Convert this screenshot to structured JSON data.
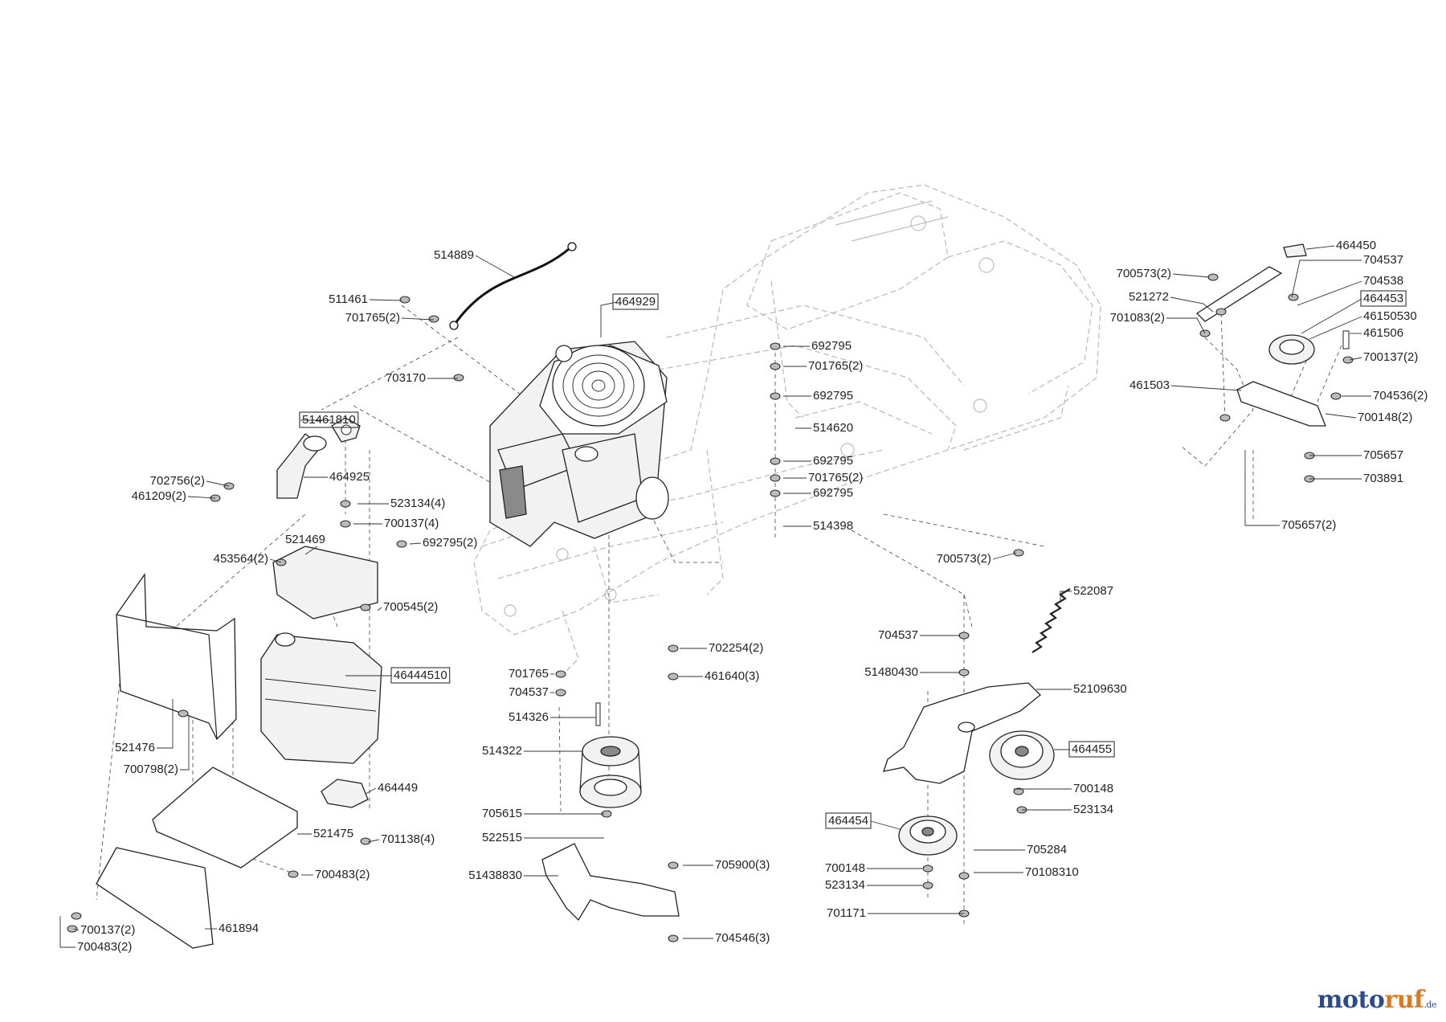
{
  "labels": [
    "514889",
    "511461",
    "701765(2)",
    "464929",
    "703170",
    "51461810",
    "702756(2)",
    "461209(2)",
    "464925",
    "523134(4)",
    "700137(4)",
    "521469",
    "692795(2)",
    "453564(2)",
    "700545(2)",
    "46444510",
    "521476",
    "700798(2)",
    "464449",
    "521475",
    "701138(4)",
    "700483(2)",
    "461894",
    "700137(2)",
    "700483(2)",
    "692795",
    "701765(2)",
    "692795",
    "514620",
    "692795",
    "701765(2)",
    "692795",
    "514398",
    "700573(2)",
    "702254(2)",
    "461640(3)",
    "701765",
    "704537",
    "514326",
    "514322",
    "705615",
    "522515",
    "51438830",
    "705900(3)",
    "704546(3)",
    "522087",
    "704537",
    "51480430",
    "52109630",
    "464455",
    "700148",
    "523134",
    "464454",
    "705284",
    "700148",
    "523134",
    "70108310",
    "701171",
    "464450",
    "704537",
    "700573(2)",
    "704538",
    "521272",
    "464453",
    "701083(2)",
    "46150530",
    "461506",
    "700137(2)",
    "461503",
    "704536(2)",
    "700148(2)",
    "705657",
    "703891",
    "705657(2)"
  ],
  "boxed": [
    "464929",
    "51461810",
    "46444510",
    "464455",
    "464454",
    "464453"
  ],
  "watermark": {
    "brand_a": "moto",
    "brand_b": "ruf",
    "suffix": ".de"
  }
}
